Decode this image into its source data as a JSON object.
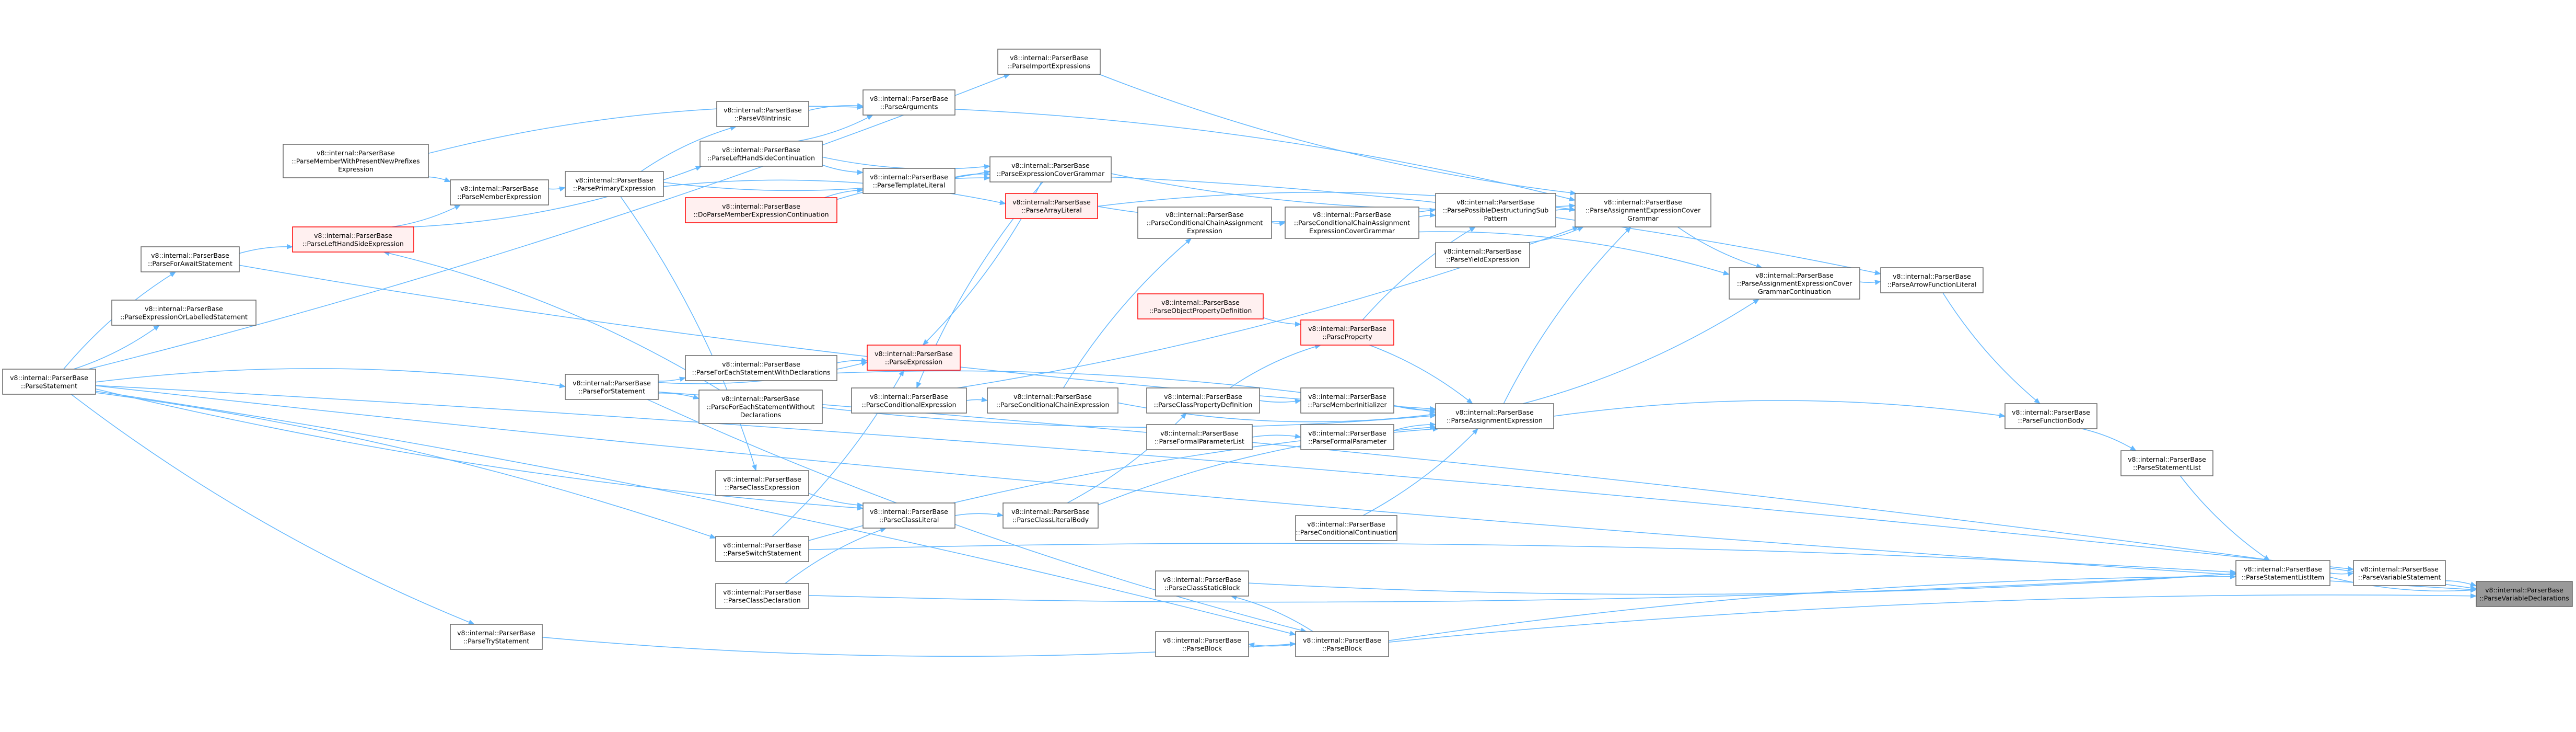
{
  "nodes": [
    {
      "id": "ParseVariableDeclarations",
      "lines": [
        "v8::internal::ParserBase",
        "::ParseVariableDeclarations"
      ],
      "style": "dark"
    },
    {
      "id": "ParseVariableStatement",
      "lines": [
        "v8::internal::ParserBase",
        "::ParseVariableStatement"
      ],
      "style": "normal"
    },
    {
      "id": "ParseStatementListItem",
      "lines": [
        "v8::internal::ParserBase",
        "::ParseStatementListItem"
      ],
      "style": "normal"
    },
    {
      "id": "ParseStatementList",
      "lines": [
        "v8::internal::ParserBase",
        "::ParseStatementList"
      ],
      "style": "normal"
    },
    {
      "id": "ParseFunctionBody",
      "lines": [
        "v8::internal::ParserBase",
        "::ParseFunctionBody"
      ],
      "style": "normal"
    },
    {
      "id": "ParseArrowFunctionLiteral",
      "lines": [
        "v8::internal::ParserBase",
        "::ParseArrowFunctionLiteral"
      ],
      "style": "normal"
    },
    {
      "id": "ParseAssignmentExpressionCoverGrammarContinuation",
      "lines": [
        "v8::internal::ParserBase",
        "::ParseAssignmentExpressionCover",
        "GrammarContinuation"
      ],
      "style": "normal"
    },
    {
      "id": "ParseAssignmentExpressionCoverGrammar",
      "lines": [
        "v8::internal::ParserBase",
        "::ParseAssignmentExpressionCover",
        "Grammar"
      ],
      "style": "normal"
    },
    {
      "id": "ParseAssignmentExpression",
      "lines": [
        "v8::internal::ParserBase",
        "::ParseAssignmentExpression"
      ],
      "style": "normal"
    },
    {
      "id": "ParsePossibleDestructuringSubPattern",
      "lines": [
        "v8::internal::ParserBase",
        "::ParsePossibleDestructuringSub",
        "Pattern"
      ],
      "style": "normal"
    },
    {
      "id": "ParseYieldExpression",
      "lines": [
        "v8::internal::ParserBase",
        "::ParseYieldExpression"
      ],
      "style": "normal"
    },
    {
      "id": "ParseProperty",
      "lines": [
        "v8::internal::ParserBase",
        "::ParseProperty"
      ],
      "style": "red"
    },
    {
      "id": "ParseMemberInitializer",
      "lines": [
        "v8::internal::ParserBase",
        "::ParseMemberInitializer"
      ],
      "style": "normal"
    },
    {
      "id": "ParseFormalParameter",
      "lines": [
        "v8::internal::ParserBase",
        "::ParseFormalParameter"
      ],
      "style": "normal"
    },
    {
      "id": "ParseConditionalContinuation",
      "lines": [
        "v8::internal::ParserBase",
        "::ParseConditionalContinuation"
      ],
      "style": "normal"
    },
    {
      "id": "ParseConditionalChainAssignmentExpressionCoverGrammar",
      "lines": [
        "v8::internal::ParserBase",
        "::ParseConditionalChainAssignment",
        "ExpressionCoverGrammar"
      ],
      "style": "normal"
    },
    {
      "id": "ParseConditionalChainAssignmentExpression",
      "lines": [
        "v8::internal::ParserBase",
        "::ParseConditionalChainAssignment",
        "Expression"
      ],
      "style": "normal"
    },
    {
      "id": "ParseObjectPropertyDefinition",
      "lines": [
        "v8::internal::ParserBase",
        "::ParseObjectPropertyDefinition"
      ],
      "style": "red"
    },
    {
      "id": "ParseClassPropertyDefinition",
      "lines": [
        "v8::internal::ParserBase",
        "::ParseClassPropertyDefinition"
      ],
      "style": "normal"
    },
    {
      "id": "ParseFormalParameterList",
      "lines": [
        "v8::internal::ParserBase",
        "::ParseFormalParameterList"
      ],
      "style": "normal"
    },
    {
      "id": "ParseClassLiteralBody",
      "lines": [
        "v8::internal::ParserBase",
        "::ParseClassLiteralBody"
      ],
      "style": "normal"
    },
    {
      "id": "ParseClassStaticBlock",
      "lines": [
        "v8::internal::ParserBase",
        "::ParseClassStaticBlock"
      ],
      "style": "normal"
    },
    {
      "id": "ParseBlockPlain",
      "lines": [
        "v8::internal::ParserBase",
        "::ParseBlock"
      ],
      "style": "normal"
    },
    {
      "id": "ParseBlock",
      "lines": [
        "v8::internal::ParserBase",
        "::ParseBlock"
      ],
      "style": "normal"
    },
    {
      "id": "ParseConditionalChainExpression",
      "lines": [
        "v8::internal::ParserBase",
        "::ParseConditionalChainExpression"
      ],
      "style": "normal"
    },
    {
      "id": "ParseConditionalExpression",
      "lines": [
        "v8::internal::ParserBase",
        "::ParseConditionalExpression"
      ],
      "style": "normal"
    },
    {
      "id": "ParseExpression",
      "lines": [
        "v8::internal::ParserBase",
        "::ParseExpression"
      ],
      "style": "red"
    },
    {
      "id": "ParseExpressionCoverGrammar",
      "lines": [
        "v8::internal::ParserBase",
        "::ParseExpressionCoverGrammar"
      ],
      "style": "normal"
    },
    {
      "id": "ParseArrayLiteral",
      "lines": [
        "v8::internal::ParserBase",
        "::ParseArrayLiteral"
      ],
      "style": "red"
    },
    {
      "id": "ParseImportExpressions",
      "lines": [
        "v8::internal::ParserBase",
        "::ParseImportExpressions"
      ],
      "style": "normal"
    },
    {
      "id": "ParseArguments",
      "lines": [
        "v8::internal::ParserBase",
        "::ParseArguments"
      ],
      "style": "normal"
    },
    {
      "id": "ParseTemplateLiteral",
      "lines": [
        "v8::internal::ParserBase",
        "::ParseTemplateLiteral"
      ],
      "style": "normal"
    },
    {
      "id": "ParseClassLiteral",
      "lines": [
        "v8::internal::ParserBase",
        "::ParseClassLiteral"
      ],
      "style": "normal"
    },
    {
      "id": "ParseV8Intrinsic",
      "lines": [
        "v8::internal::ParserBase",
        "::ParseV8Intrinsic"
      ],
      "style": "normal"
    },
    {
      "id": "ParseLeftHandSideContinuation",
      "lines": [
        "v8::internal::ParserBase",
        "::ParseLeftHandSideContinuation"
      ],
      "style": "normal"
    },
    {
      "id": "DoParseMemberExpressionContinuation",
      "lines": [
        "v8::internal::ParserBase",
        "::DoParseMemberExpressionContinuation"
      ],
      "style": "red"
    },
    {
      "id": "ParseForEachStatementWithDeclarations",
      "lines": [
        "v8::internal::ParserBase",
        "::ParseForEachStatementWithDeclarations"
      ],
      "style": "normal"
    },
    {
      "id": "ParseForEachStatementWithoutDeclarations",
      "lines": [
        "v8::internal::ParserBase",
        "::ParseForEachStatementWithout",
        "Declarations"
      ],
      "style": "normal"
    },
    {
      "id": "ParseClassExpression",
      "lines": [
        "v8::internal::ParserBase",
        "::ParseClassExpression"
      ],
      "style": "normal"
    },
    {
      "id": "ParseSwitchStatement",
      "lines": [
        "v8::internal::ParserBase",
        "::ParseSwitchStatement"
      ],
      "style": "normal"
    },
    {
      "id": "ParseClassDeclaration",
      "lines": [
        "v8::internal::ParserBase",
        "::ParseClassDeclaration"
      ],
      "style": "normal"
    },
    {
      "id": "ParseTryStatement",
      "lines": [
        "v8::internal::ParserBase",
        "::ParseTryStatement"
      ],
      "style": "normal"
    },
    {
      "id": "ParsePrimaryExpression",
      "lines": [
        "v8::internal::ParserBase",
        "::ParsePrimaryExpression"
      ],
      "style": "normal"
    },
    {
      "id": "ParseForStatement",
      "lines": [
        "v8::internal::ParserBase",
        "::ParseForStatement"
      ],
      "style": "normal"
    },
    {
      "id": "ParseMemberExpression",
      "lines": [
        "v8::internal::ParserBase",
        "::ParseMemberExpression"
      ],
      "style": "normal"
    },
    {
      "id": "ParseMemberWithPresentNewPrefixesExpression",
      "lines": [
        "v8::internal::ParserBase",
        "::ParseMemberWithPresentNewPrefixes",
        "Expression"
      ],
      "style": "normal"
    },
    {
      "id": "ParseLeftHandSideExpression",
      "lines": [
        "v8::internal::ParserBase",
        "::ParseLeftHandSideExpression"
      ],
      "style": "red"
    },
    {
      "id": "ParseForAwaitStatement",
      "lines": [
        "v8::internal::ParserBase",
        "::ParseForAwaitStatement"
      ],
      "style": "normal"
    },
    {
      "id": "ParseExpressionOrLabelledStatement",
      "lines": [
        "v8::internal::ParserBase",
        "::ParseExpressionOrLabelledStatement"
      ],
      "style": "normal"
    },
    {
      "id": "ParseStatement",
      "lines": [
        "v8::internal::ParserBase",
        "::ParseStatement"
      ],
      "style": "normal"
    }
  ],
  "edges": [
    [
      "ParseVariableDeclarations",
      "ParseVariableStatement"
    ],
    [
      "ParseVariableDeclarations",
      "ParseStatementListItem"
    ],
    [
      "ParseVariableDeclarations",
      "ParseForStatement"
    ],
    [
      "ParseVariableDeclarations",
      "ParseStatement"
    ],
    [
      "ParseVariableDeclarations",
      "ParseBlock"
    ],
    [
      "ParseVariableStatement",
      "ParseStatementListItem"
    ],
    [
      "ParseVariableStatement",
      "ParseStatement"
    ],
    [
      "ParseStatementListItem",
      "ParseStatementList"
    ],
    [
      "ParseStatementListItem",
      "ParseBlock"
    ],
    [
      "ParseStatementListItem",
      "ParseClassStaticBlock"
    ],
    [
      "ParseStatementListItem",
      "ParseSwitchStatement"
    ],
    [
      "ParseStatementListItem",
      "ParseClassDeclaration"
    ],
    [
      "ParseStatementList",
      "ParseFunctionBody"
    ],
    [
      "ParseFunctionBody",
      "ParseArrowFunctionLiteral"
    ],
    [
      "ParseFunctionBody",
      "ParseAssignmentExpression"
    ],
    [
      "ParseArrowFunctionLiteral",
      "ParseAssignmentExpressionCoverGrammarContinuation"
    ],
    [
      "ParseArrowFunctionLiteral",
      "ParseExpressionCoverGrammar"
    ],
    [
      "ParseAssignmentExpressionCoverGrammarContinuation",
      "ParseAssignmentExpressionCoverGrammar"
    ],
    [
      "ParseAssignmentExpressionCoverGrammarContinuation",
      "ParseConditionalChainAssignmentExpressionCoverGrammar"
    ],
    [
      "ParseAssignmentExpressionCoverGrammarContinuation",
      "ParseAssignmentExpression"
    ],
    [
      "ParseAssignmentExpressionCoverGrammar",
      "ParseAssignmentExpression"
    ],
    [
      "ParseAssignmentExpressionCoverGrammar",
      "ParseYieldExpression"
    ],
    [
      "ParseAssignmentExpressionCoverGrammar",
      "ParsePossibleDestructuringSubPattern"
    ],
    [
      "ParseAssignmentExpressionCoverGrammar",
      "ParseExpressionCoverGrammar"
    ],
    [
      "ParseAssignmentExpressionCoverGrammar",
      "ParseArguments"
    ],
    [
      "ParseAssignmentExpressionCoverGrammar",
      "ParseImportExpressions"
    ],
    [
      "ParseAssignmentExpressionCoverGrammar",
      "ParseArrayLiteral"
    ],
    [
      "ParseAssignmentExpressionCoverGrammar",
      "ParseConditionalExpression"
    ],
    [
      "ParseAssignmentExpression",
      "ParseProperty"
    ],
    [
      "ParseAssignmentExpression",
      "ParseMemberInitializer"
    ],
    [
      "ParseAssignmentExpression",
      "ParseFormalParameter"
    ],
    [
      "ParseAssignmentExpression",
      "ParseConditionalContinuation"
    ],
    [
      "ParseAssignmentExpression",
      "ParseClassLiteralBody"
    ],
    [
      "ParseAssignmentExpression",
      "ParseConditionalChainExpression"
    ],
    [
      "ParseAssignmentExpression",
      "ParseForEachStatementWithDeclarations"
    ],
    [
      "ParseAssignmentExpression",
      "ParseForEachStatementWithoutDeclarations"
    ],
    [
      "ParseAssignmentExpression",
      "ParseSwitchStatement"
    ],
    [
      "ParseAssignmentExpression",
      "ParseForAwaitStatement"
    ],
    [
      "ParsePossibleDestructuringSubPattern",
      "ParseProperty"
    ],
    [
      "ParsePossibleDestructuringSubPattern",
      "ParseArrayLiteral"
    ],
    [
      "ParsePossibleDestructuringSubPattern",
      "ParseConditionalChainAssignmentExpressionCoverGrammar"
    ],
    [
      "ParseProperty",
      "ParseObjectPropertyDefinition"
    ],
    [
      "ParseProperty",
      "ParseClassPropertyDefinition"
    ],
    [
      "ParseMemberInitializer",
      "ParseClassPropertyDefinition"
    ],
    [
      "ParseFormalParameter",
      "ParseFormalParameterList"
    ],
    [
      "ParseConditionalChainAssignmentExpressionCoverGrammar",
      "ParseConditionalChainAssignmentExpression"
    ],
    [
      "ParseConditionalChainAssignmentExpression",
      "ParseConditionalChainExpression"
    ],
    [
      "ParseClassPropertyDefinition",
      "ParseClassLiteralBody"
    ],
    [
      "ParseClassLiteralBody",
      "ParseClassLiteral"
    ],
    [
      "ParseClassStaticBlock",
      "ParseBlock"
    ],
    [
      "ParseBlockPlain",
      "ParseBlock"
    ],
    [
      "ParseBlock",
      "ParseTryStatement"
    ],
    [
      "ParseBlock",
      "ParseStatement"
    ],
    [
      "ParseBlock",
      "ParseForStatement"
    ],
    [
      "ParseConditionalChainExpression",
      "ParseConditionalExpression"
    ],
    [
      "ParseConditionalExpression",
      "ParseExpressionCoverGrammar"
    ],
    [
      "ParseExpression",
      "ParseExpressionCoverGrammar"
    ],
    [
      "ParseExpression",
      "ParseForStatement"
    ],
    [
      "ParseExpression",
      "ParseForEachStatementWithDeclarations"
    ],
    [
      "ParseExpression",
      "ParseSwitchStatement"
    ],
    [
      "ParseExpressionCoverGrammar",
      "ParseTemplateLiteral"
    ],
    [
      "ParseExpressionCoverGrammar",
      "ParsePrimaryExpression"
    ],
    [
      "ParseExpressionCoverGrammar",
      "DoParseMemberExpressionContinuation"
    ],
    [
      "ParseExpressionCoverGrammar",
      "ParseLeftHandSideContinuation"
    ],
    [
      "ParseArrayLiteral",
      "ParsePrimaryExpression"
    ],
    [
      "ParseImportExpressions",
      "ParseStatement"
    ],
    [
      "ParseArguments",
      "ParseV8Intrinsic"
    ],
    [
      "ParseArguments",
      "ParseLeftHandSideContinuation"
    ],
    [
      "ParseArguments",
      "ParseMemberWithPresentNewPrefixesExpression"
    ],
    [
      "ParseTemplateLiteral",
      "ParseLeftHandSideContinuation"
    ],
    [
      "ParseTemplateLiteral",
      "DoParseMemberExpressionContinuation"
    ],
    [
      "ParseClassLiteral",
      "ParseClassExpression"
    ],
    [
      "ParseClassLiteral",
      "ParseClassDeclaration"
    ],
    [
      "ParseClassLiteral",
      "ParseStatement"
    ],
    [
      "ParseV8Intrinsic",
      "ParsePrimaryExpression"
    ],
    [
      "ParseLeftHandSideContinuation",
      "ParseLeftHandSideExpression"
    ],
    [
      "ParseClassExpression",
      "ParsePrimaryExpression"
    ],
    [
      "ParsePrimaryExpression",
      "ParseMemberExpression"
    ],
    [
      "ParseMemberExpression",
      "ParseMemberWithPresentNewPrefixesExpression"
    ],
    [
      "ParseMemberExpression",
      "ParseLeftHandSideExpression"
    ],
    [
      "ParseLeftHandSideExpression",
      "ParseForAwaitStatement"
    ],
    [
      "ParseLeftHandSideExpression",
      "ParseForEachStatementWithoutDeclarations"
    ],
    [
      "ParseForAwaitStatement",
      "ParseStatement"
    ],
    [
      "ParseExpressionOrLabelledStatement",
      "ParseStatement"
    ],
    [
      "ParseForStatement",
      "ParseStatement"
    ],
    [
      "ParseTryStatement",
      "ParseStatement"
    ],
    [
      "ParseSwitchStatement",
      "ParseStatement"
    ],
    [
      "ParseForEachStatementWithDeclarations",
      "ParseForStatement"
    ],
    [
      "ParseForEachStatementWithoutDeclarations",
      "ParseForStatement"
    ]
  ],
  "colors": {
    "edge": "#63b8ff",
    "node_border": "#666666",
    "highlight_border": "#ff0000",
    "focus_fill": "#999999"
  }
}
